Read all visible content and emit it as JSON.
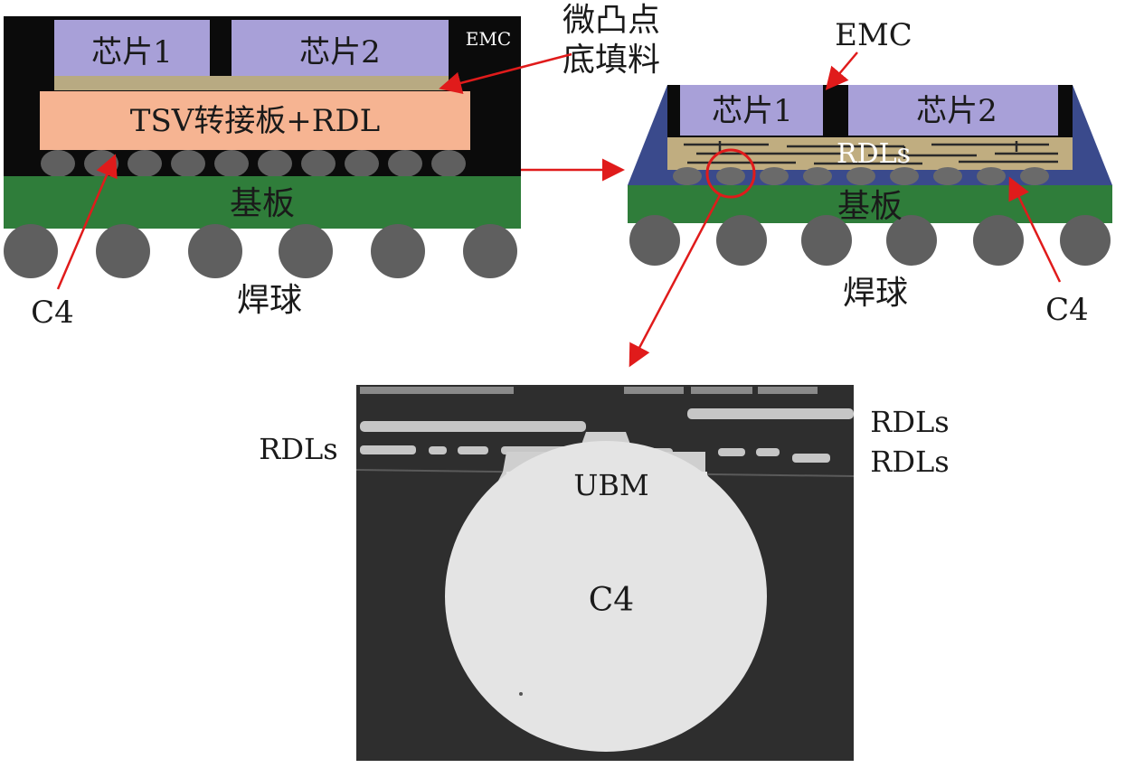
{
  "left_package": {
    "chip1": "芯片1",
    "chip2": "芯片2",
    "emc": "EMC",
    "interposer": "TSV转接板+RDL",
    "substrate": "基板",
    "c4": "C4",
    "solder_balls": "焊球"
  },
  "microbump_label": {
    "line1": "微凸点",
    "line2": "底填料"
  },
  "right_package": {
    "emc": "EMC",
    "chip1": "芯片1",
    "chip2": "芯片2",
    "rdls": "RDLs",
    "substrate": "基板",
    "solder_balls": "焊球",
    "c4": "C4"
  },
  "cross_section": {
    "rdls_left": "RDLs",
    "rdls_right_top": "RDLs",
    "rdls_right_bottom": "RDLs",
    "ubm": "UBM",
    "c4": "C4"
  },
  "colors": {
    "chip": "#a8a0d8",
    "emc": "#0b0b0b",
    "interposer": "#f6b492",
    "underfill": "#b8aa82",
    "substrate": "#2f7d3a",
    "ball": "#5f5f5f",
    "arrow": "#e01b1b",
    "mold_blue": "#3a4a8c",
    "rdl_layer": "#c0ad80",
    "sem_bg": "#2e2e2e",
    "sem_metal": "#cfcfcf",
    "sem_ball": "#e4e4e4"
  }
}
